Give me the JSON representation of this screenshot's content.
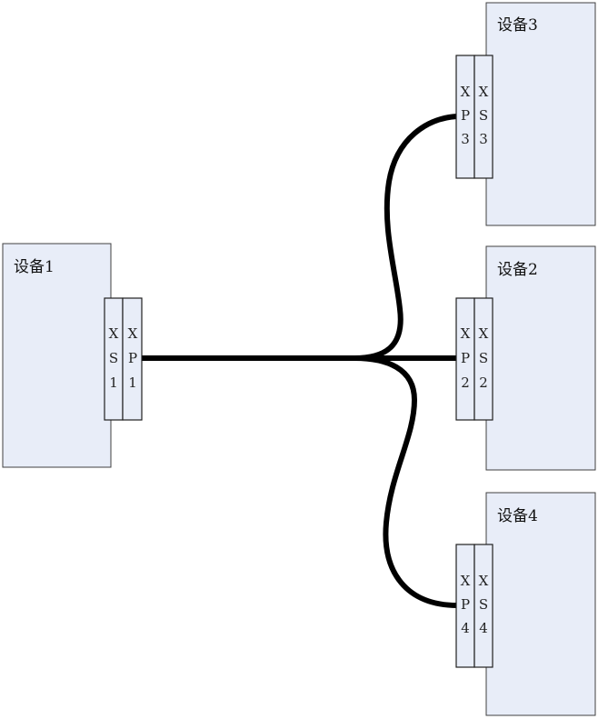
{
  "devices": {
    "d1": {
      "label": "设备1"
    },
    "d2": {
      "label": "设备2"
    },
    "d3": {
      "label": "设备3"
    },
    "d4": {
      "label": "设备4"
    }
  },
  "ports": {
    "xs1": {
      "chars": [
        "X",
        "S",
        "1"
      ]
    },
    "xp1": {
      "chars": [
        "X",
        "P",
        "1"
      ]
    },
    "xp2": {
      "chars": [
        "X",
        "P",
        "2"
      ]
    },
    "xs2": {
      "chars": [
        "X",
        "S",
        "2"
      ]
    },
    "xp3": {
      "chars": [
        "X",
        "P",
        "3"
      ]
    },
    "xs3": {
      "chars": [
        "X",
        "S",
        "3"
      ]
    },
    "xp4": {
      "chars": [
        "X",
        "P",
        "4"
      ]
    },
    "xs4": {
      "chars": [
        "X",
        "S",
        "4"
      ]
    }
  },
  "colors": {
    "box_fill": "#e8edf8",
    "cable": "#000000"
  }
}
